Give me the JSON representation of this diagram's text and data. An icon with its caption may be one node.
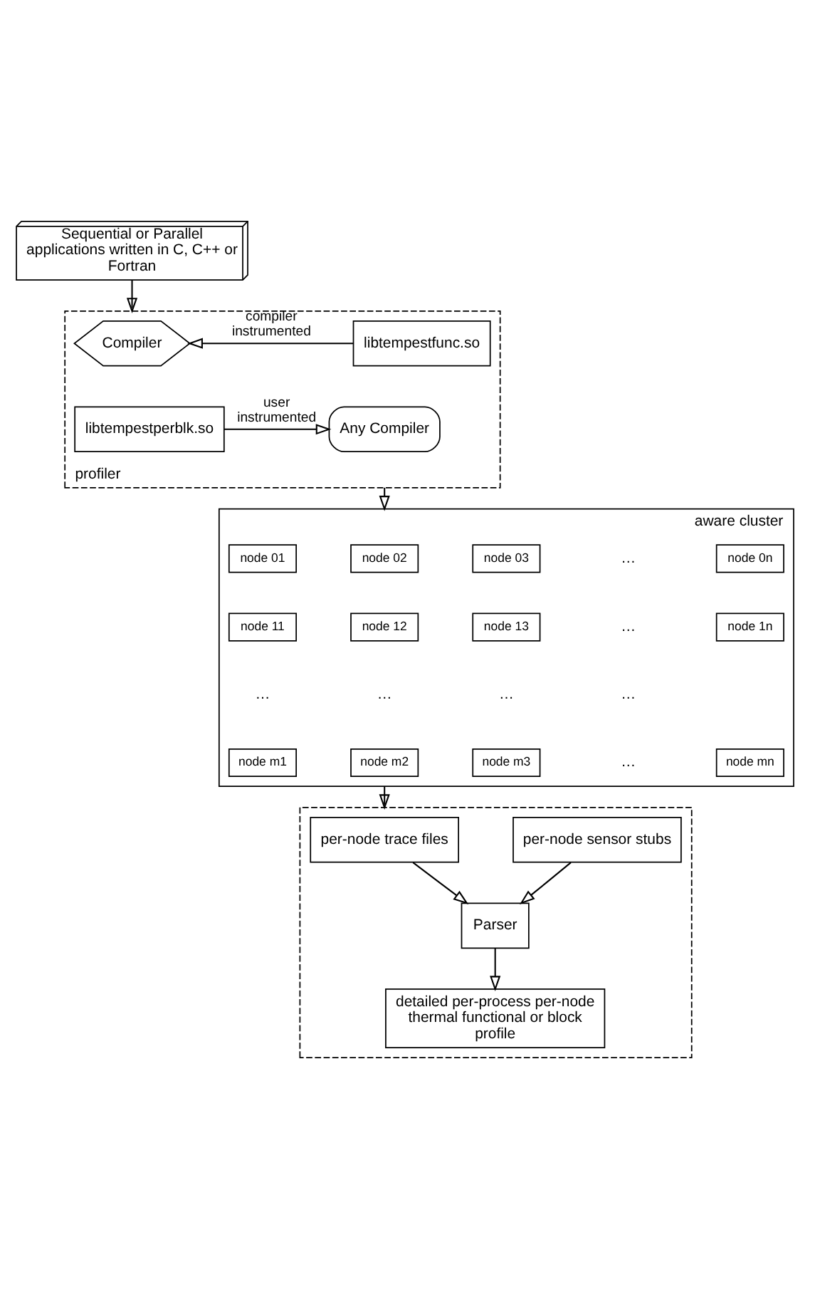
{
  "diagram": {
    "nodes": [
      {
        "text": [
          "Sequential or Parallel applications written in C, C++ or Fortran"
        ]
      },
      {
        "text": [
          "profiler"
        ]
      },
      {
        "text": [
          "Compiler"
        ],
        "in": 1
      },
      {
        "text": [
          "libtempestfunc.so"
        ],
        "in": 1
      },
      {
        "text": [
          "libtempestperblk.so"
        ],
        "in": 1
      },
      {
        "text": [
          "Any Compiler"
        ],
        "in": 1
      },
      {
        "text": [
          "aware cluster"
        ]
      },
      {
        "text": [
          "node 01"
        ],
        "in": 6
      },
      {
        "text": [
          "node 02"
        ],
        "in": 6
      },
      {
        "text": [
          "node 03"
        ],
        "in": 6
      },
      {
        "text": [
          "node 0n"
        ],
        "in": 6
      },
      {
        "text": [
          "node 11"
        ],
        "in": 6
      },
      {
        "text": [
          "node 12"
        ],
        "in": 6
      },
      {
        "text": [
          "node 13"
        ],
        "in": 6
      },
      {
        "text": [
          "node 1n"
        ],
        "in": 6
      },
      {
        "text": [
          "node m1"
        ],
        "in": 6
      },
      {
        "text": [
          "node m2"
        ],
        "in": 6
      },
      {
        "text": [
          "node m3"
        ],
        "in": 6
      },
      {
        "text": [
          "node mn"
        ],
        "in": 6
      },
      {
        "text": [],
        "shape": "box"
      },
      {
        "text": [
          "per-node trace files"
        ],
        "in": 19
      },
      {
        "text": [
          "per-node sensor stubs"
        ],
        "in": 19
      },
      {
        "text": [
          "Parser"
        ],
        "in": 19
      },
      {
        "text": [
          "detailed per-process per-node thermal functional or block profile"
        ],
        "in": 19
      }
    ],
    "edges": [
      {
        "from": 0,
        "to": 1,
        "arrow": "to"
      },
      {
        "from": 3,
        "to": 2,
        "arrow": "to",
        "label": "compiler instrumented"
      },
      {
        "from": 4,
        "to": 5,
        "arrow": "to",
        "label": "user instrumented"
      },
      {
        "from": 1,
        "to": 6,
        "arrow": "to"
      },
      {
        "from": 6,
        "to": 19,
        "arrow": "to"
      },
      {
        "from": 20,
        "to": 22,
        "arrow": "to"
      },
      {
        "from": 21,
        "to": 22,
        "arrow": "to"
      },
      {
        "from": 22,
        "to": 23,
        "arrow": "to"
      }
    ],
    "labels": [
      "…",
      "…",
      "…",
      "…",
      "…",
      "…",
      "…"
    ]
  }
}
